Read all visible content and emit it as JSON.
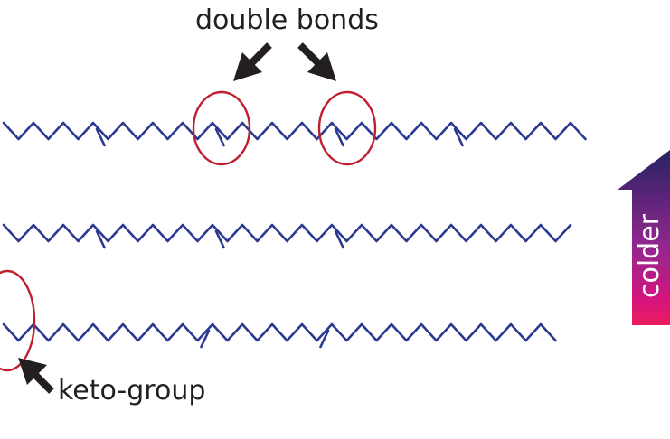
{
  "labels": {
    "double_bonds": "double bonds",
    "keto_group": "keto-group",
    "colder": "colder"
  },
  "colors": {
    "chain": "#2b3990",
    "circle": "#be1e2d",
    "arrow": "#231f20",
    "gradient_top": "#262262",
    "gradient_mid": "#92278f",
    "gradient_bottom": "#ec1c5e"
  }
}
